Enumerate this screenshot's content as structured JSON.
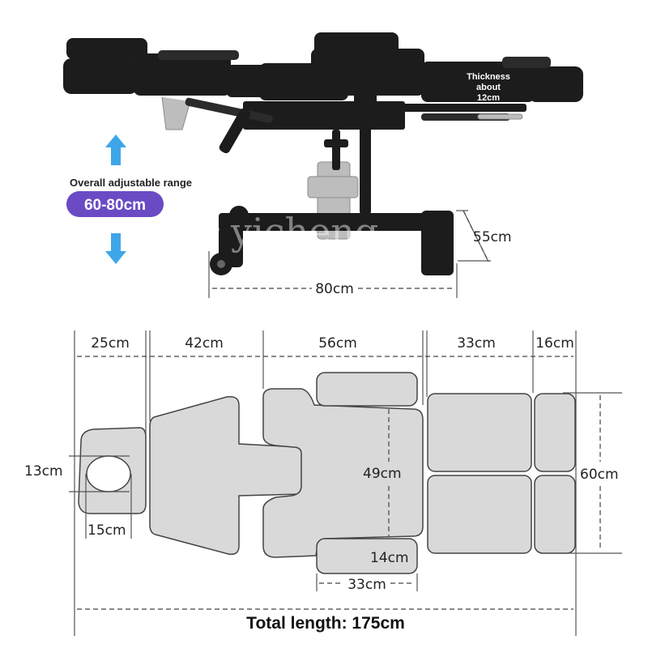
{
  "side_view": {
    "thickness_label": [
      "Thickness",
      "about",
      "12cm"
    ],
    "adjust_label": "Overall adjustable range",
    "adjust_range": "60-80cm",
    "height_55": "55cm",
    "width_80": "80cm",
    "watermark": "yicheng"
  },
  "top_view": {
    "seg_25": "25cm",
    "seg_42": "42cm",
    "seg_56": "56cm",
    "seg_33": "33cm",
    "seg_16": "16cm",
    "hole_13": "13cm",
    "hole_15": "15cm",
    "center_49": "49cm",
    "width_60": "60cm",
    "arm_14": "14cm",
    "arm_33": "33cm",
    "total_length": "Total length: 175cm"
  },
  "colors": {
    "arrow_blue": "#3ea6e8",
    "pill_purple": "#6a4bc4",
    "pad_gray": "#d9d9d9",
    "chair_black": "#1c1c1c"
  }
}
